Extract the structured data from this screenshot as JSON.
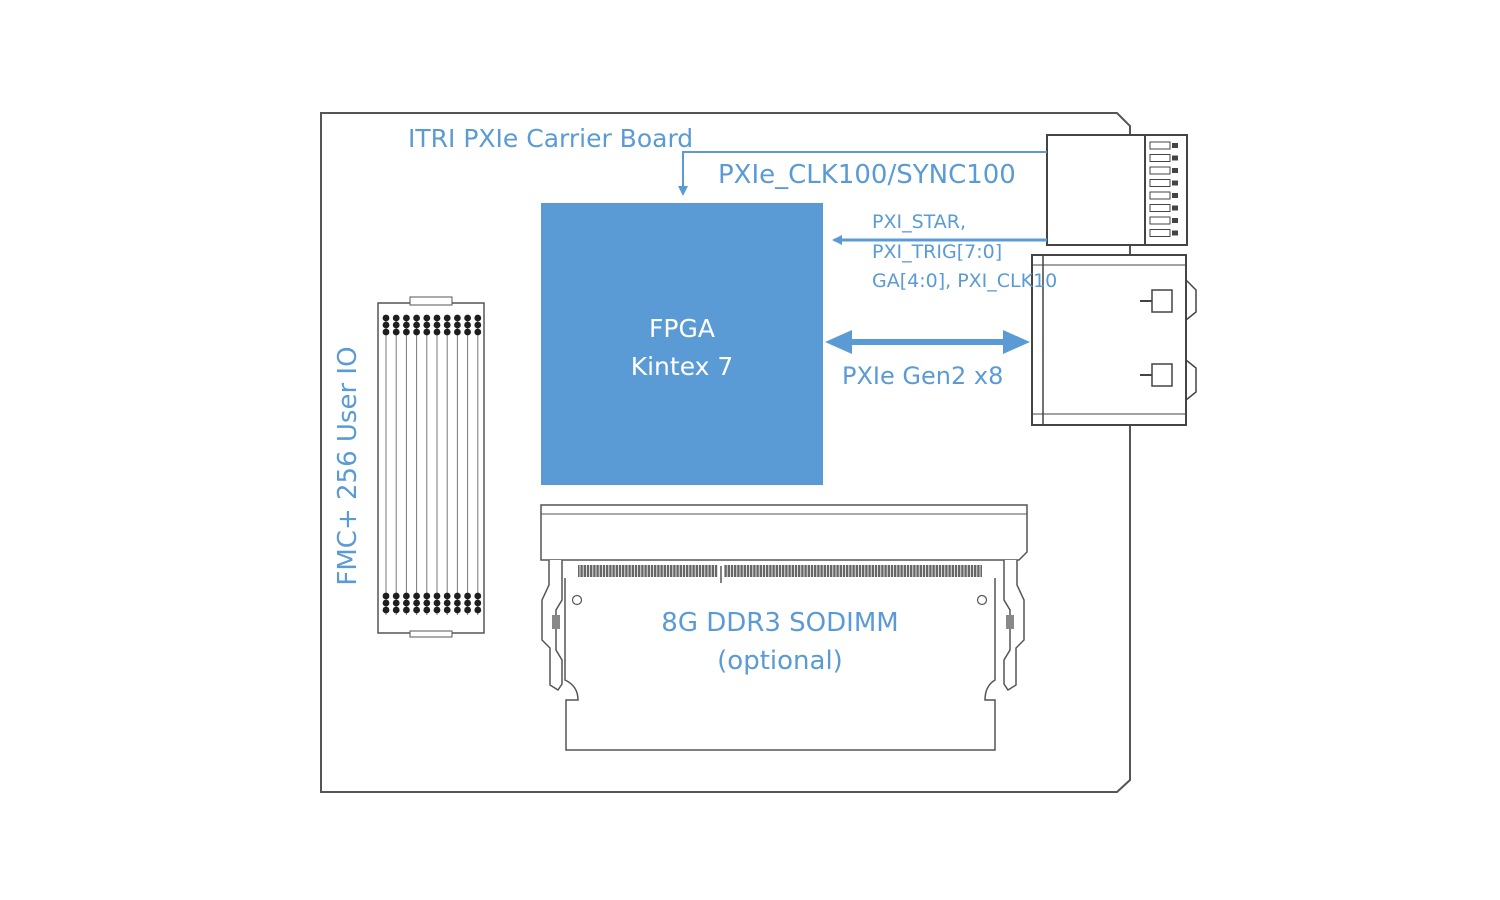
{
  "board": {
    "title": "ITRI PXIe Carrier Board"
  },
  "fpga": {
    "line1": "FPGA",
    "line2": "Kintex 7",
    "fill_color": "#5b9bd5"
  },
  "signals": {
    "clk_sync": "PXIe_CLK100/SYNC100",
    "trig_line1": "PXI_STAR,",
    "trig_line2": "PXI_TRIG[7:0]",
    "trig_line3": "GA[4:0], PXI_CLK10",
    "pcie_link": "PXIe Gen2 x8"
  },
  "memory": {
    "line1": "8G DDR3 SODIMM",
    "line2": "(optional)"
  },
  "fmc": {
    "label": "FMC+ 256 User IO"
  },
  "colors": {
    "accent": "#5b9bd5",
    "outline": "#555555"
  }
}
